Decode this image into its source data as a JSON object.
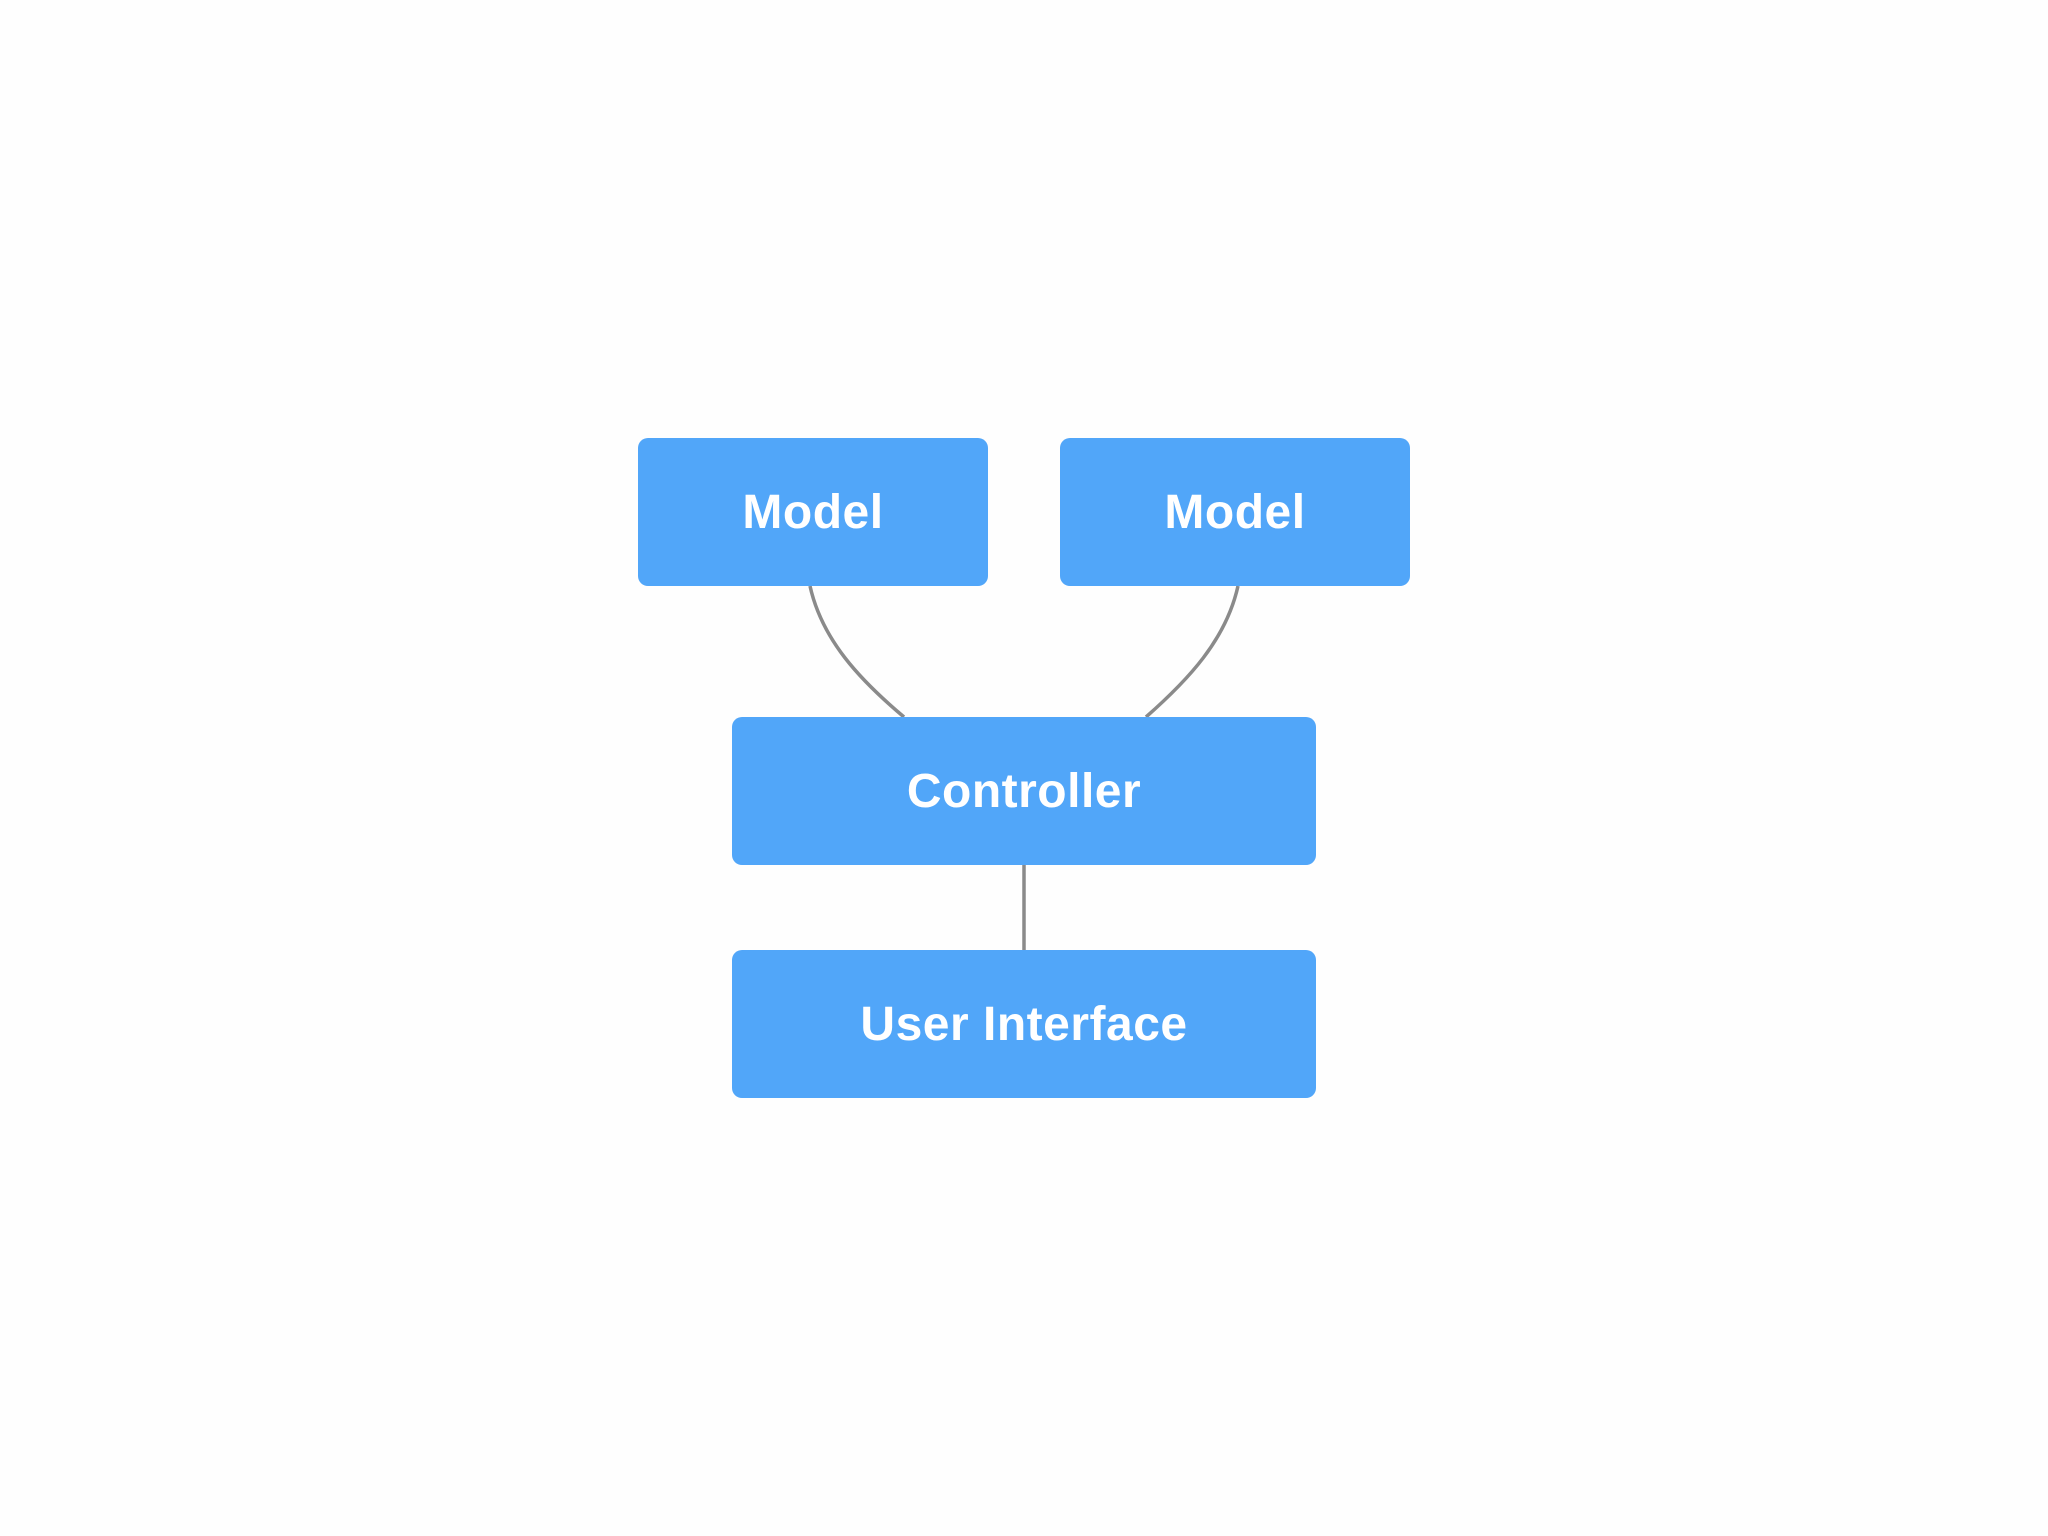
{
  "colors": {
    "background": "#fefefe",
    "node_fill": "#51a6f9",
    "node_text": "#ffffff",
    "connector": "#8a8a8a"
  },
  "nodes": {
    "model_left": {
      "label": "Model"
    },
    "model_right": {
      "label": "Model"
    },
    "controller": {
      "label": "Controller"
    },
    "user_interface": {
      "label": "User Interface"
    }
  },
  "edges": [
    {
      "from": "model_left",
      "to": "controller"
    },
    {
      "from": "model_right",
      "to": "controller"
    },
    {
      "from": "controller",
      "to": "user_interface"
    }
  ]
}
